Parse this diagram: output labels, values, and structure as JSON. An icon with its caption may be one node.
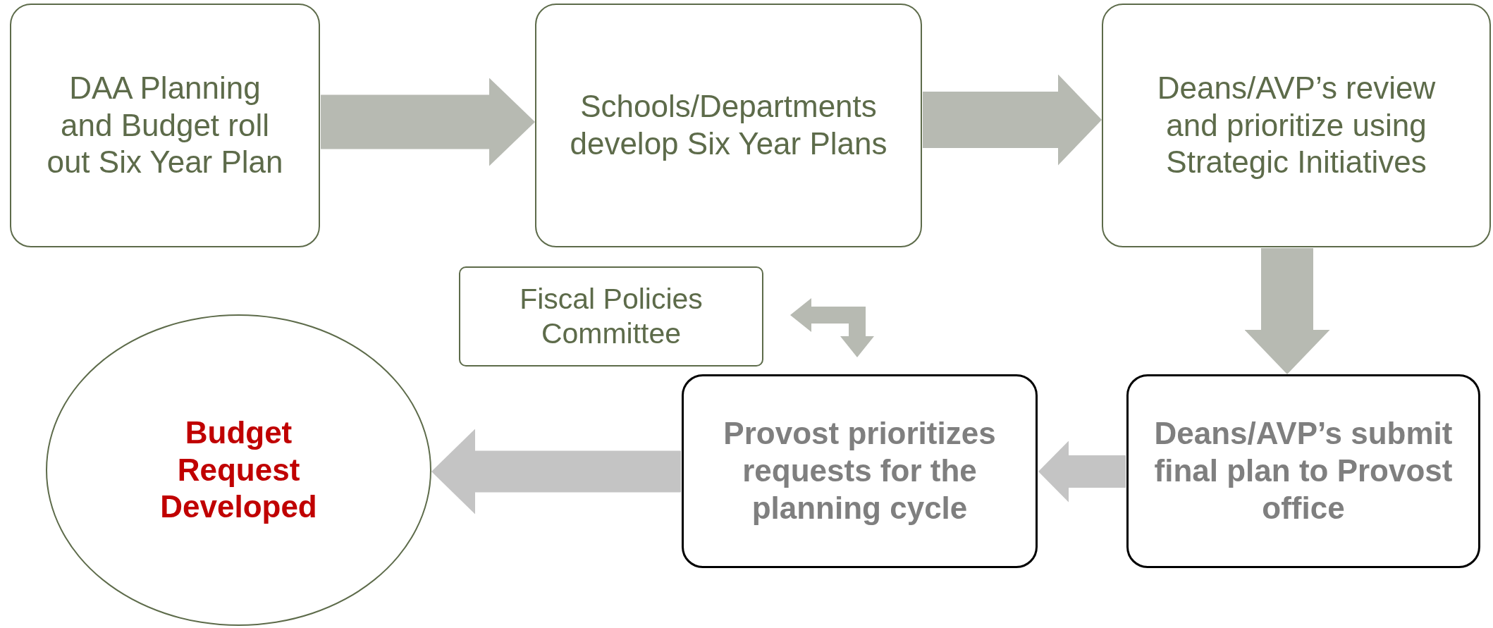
{
  "diagram": {
    "nodes": [
      {
        "text": [
          "DAA Planning and Budget roll out Six Year Plan"
        ]
      },
      {
        "text": [
          "Schools/Departments develop Six Year Plans"
        ]
      },
      {
        "text": [
          "Deans/AVP’s review and prioritize using Strategic Initiatives"
        ]
      },
      {
        "text": [
          "Fiscal Policies Committee"
        ]
      },
      {
        "text": [
          "Budget Request Developed"
        ]
      },
      {
        "text": [
          "Provost prioritizes requests for the planning cycle"
        ]
      },
      {
        "text": [
          "Deans/AVP’s submit final plan to Provost office"
        ]
      }
    ],
    "edges": [
      {
        "from": 0,
        "to": 1,
        "arrow": "to"
      },
      {
        "from": 1,
        "to": 2,
        "arrow": "to"
      },
      {
        "from": 2,
        "to": 6,
        "arrow": "to"
      },
      {
        "from": 6,
        "to": 5,
        "arrow": "to",
        "color": "#c4c4c4"
      },
      {
        "from": 5,
        "to": 4,
        "arrow": "to",
        "color": "#c4c4c4"
      },
      {
        "from": 3,
        "to": 5,
        "arrow": "both"
      }
    ]
  }
}
